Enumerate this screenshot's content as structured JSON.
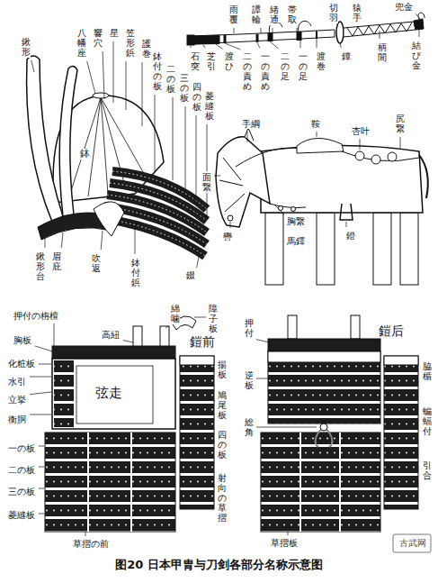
{
  "diagram": {
    "caption": "图20 日本甲胄与刀剑各部分名称示意图",
    "labels": [
      "雨覆",
      "譚輪",
      "緒通",
      "帯取",
      "切羽",
      "猿手",
      "兜金",
      "結び金",
      "柄間",
      "鐔",
      "渡巻",
      "一の足",
      "二の足",
      "一の責め",
      "二の責め",
      "渡ひ",
      "芝引",
      "石突",
      "鍬形",
      "八幡座",
      "響穴",
      "星",
      "笠形鋲",
      "護巻",
      "鉢",
      "鉢付の板",
      "二の板",
      "三の板",
      "四の板",
      "菱縫板",
      "眉庇",
      "鍬形台",
      "吹返",
      "鉢付鋲",
      "錣",
      "手綱",
      "鞍",
      "杏叶",
      "尻繋",
      "面繋",
      "轡",
      "胸繋",
      "馬鐸",
      "鐙",
      "鎧前",
      "綿噛",
      "障子板",
      "高紐",
      "押付の栴檀",
      "胸板",
      "化粧板",
      "水引",
      "立挙",
      "衡胴",
      "一の板",
      "二の板",
      "三の板",
      "菱縫板",
      "弦走",
      "揚板",
      "鳩尾板",
      "四の板",
      "射向の草摺",
      "草摺の前",
      "鎧后",
      "押付",
      "逆板",
      "総角",
      "脇楯",
      "蝙蝠付",
      "引合",
      "草摺板",
      "古武网"
    ]
  }
}
